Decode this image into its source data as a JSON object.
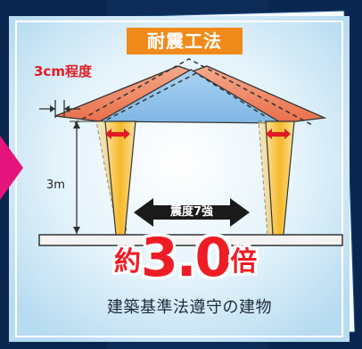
{
  "title": "耐震工法",
  "roof_gap_label": "3cm程度",
  "height_label": "3m",
  "intensity_label": "震度7強",
  "factor": {
    "prefix": "約",
    "value": "3.0",
    "suffix": "倍"
  },
  "caption": "建築基準法遵守の建物",
  "colors": {
    "title_bg": "#f08a1a",
    "accent_red": "#e31b23",
    "pointer": "#e6157e",
    "panel_bg": "#cfe9f8",
    "roof_fill": "#8fc3ec",
    "roof_edge": "#e8724a",
    "column": "#f6b92a",
    "ground": "#f0f0f0"
  }
}
